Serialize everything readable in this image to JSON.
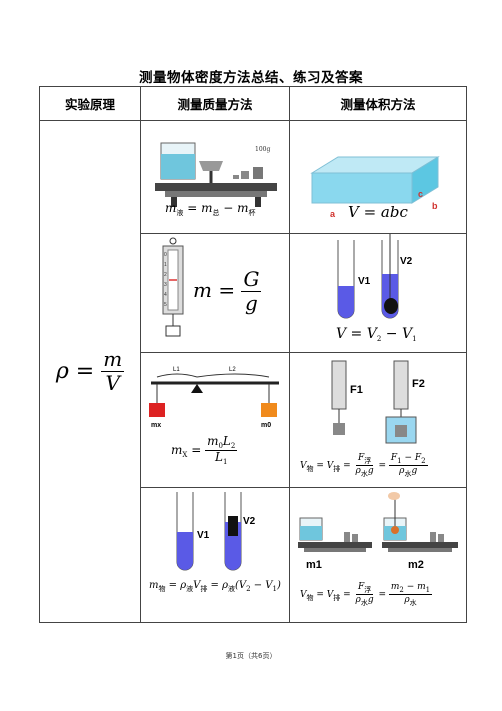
{
  "title": "测量物体密度方法总结、练习及答案",
  "headers": [
    "实验原理",
    "测量质量方法",
    "测量体积方法"
  ],
  "principle": {
    "lhs": "ρ",
    "num": "m",
    "den": "V"
  },
  "rows": [
    {
      "mass": {
        "formula": "m液 = m总 − m杯",
        "weight_label": "100g"
      },
      "volume": {
        "formula": "V = abc",
        "labels": [
          "a",
          "b",
          "c"
        ]
      }
    },
    {
      "mass": {
        "formula": "m = G / g",
        "scale_ticks": [
          "0",
          "1",
          "2",
          "3",
          "4",
          "5"
        ]
      },
      "volume": {
        "formula": "V = V2 − V1",
        "labels": [
          "V1",
          "V2"
        ]
      }
    },
    {
      "mass": {
        "formula": "mX = m0L2 / L1",
        "labels": [
          "L1",
          "L2",
          "mx",
          "m0"
        ]
      },
      "volume": {
        "formula": "V物 = V排 = F浮 / ρ水g = (F1 − F2) / ρ水g",
        "labels": [
          "F1",
          "F2"
        ]
      }
    },
    {
      "mass": {
        "formula": "m物 = ρ液V排 = ρ液(V2 − V1)",
        "labels": [
          "V1",
          "V2"
        ]
      },
      "volume": {
        "formula": "V物 = V排 = F浮 / ρ水g = (m2 − m1) / ρ水",
        "labels": [
          "m1",
          "m2"
        ]
      }
    }
  ],
  "footer": "第1页（共6页）"
}
